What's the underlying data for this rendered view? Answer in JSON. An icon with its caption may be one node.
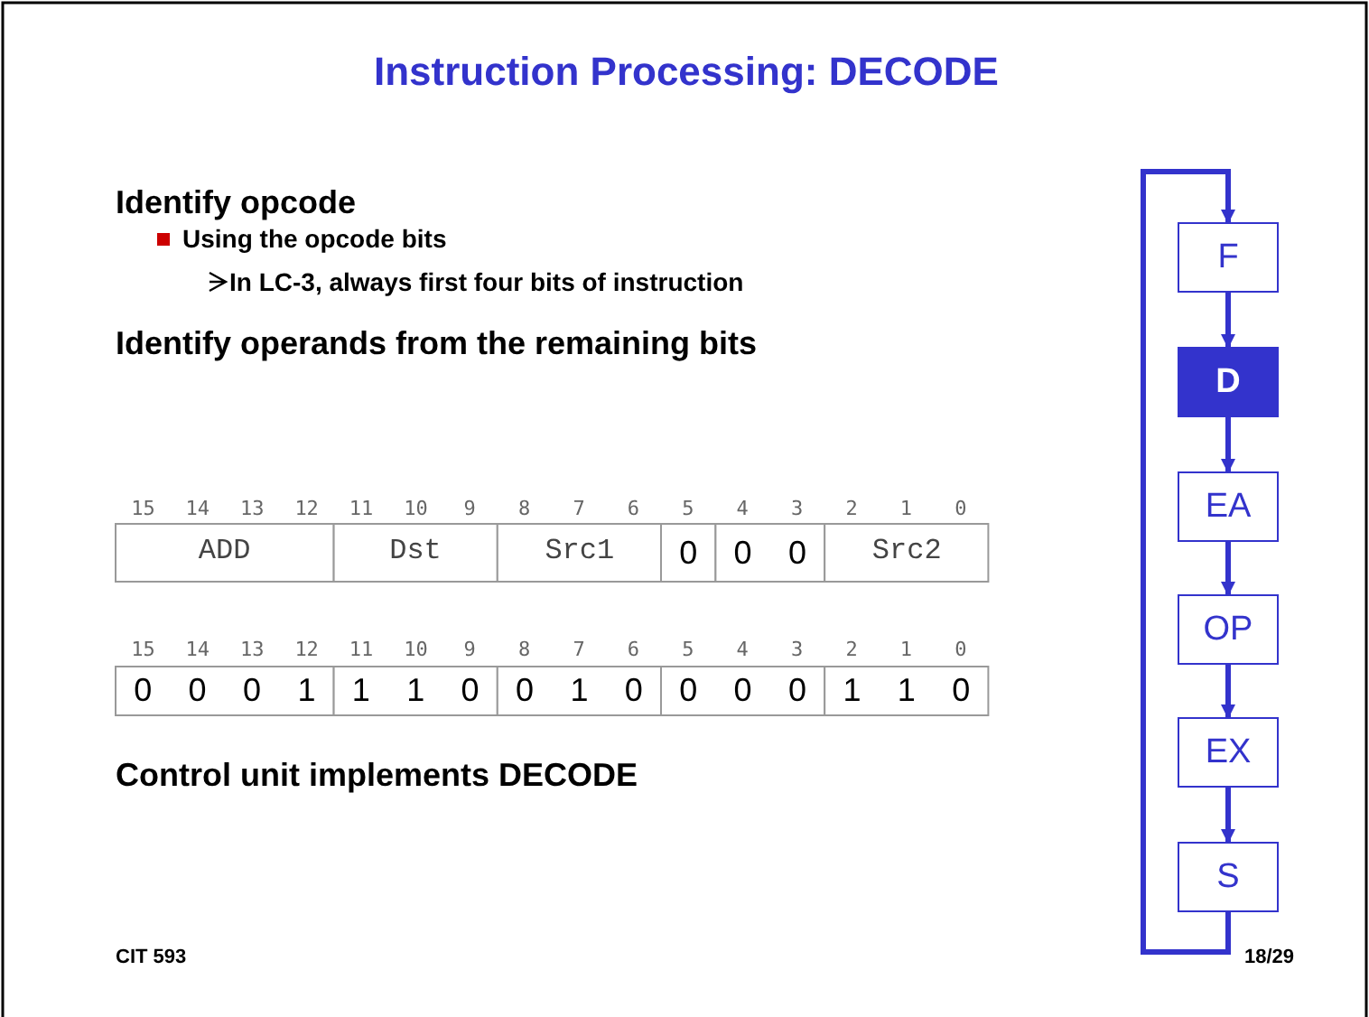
{
  "diagram": {
    "title": "Instruction Processing: DECODE",
    "nodes": [
      {
        "text": [
          "F"
        ]
      },
      {
        "text": [
          "D"
        ]
      },
      {
        "text": [
          "EA"
        ]
      },
      {
        "text": [
          "OP"
        ]
      },
      {
        "text": [
          "EX"
        ]
      },
      {
        "text": [
          "S"
        ]
      }
    ],
    "edges": [
      {
        "from": 0,
        "to": 1,
        "arrow": "to"
      },
      {
        "from": 1,
        "to": 2,
        "arrow": "to"
      },
      {
        "from": 2,
        "to": 3,
        "arrow": "to"
      },
      {
        "from": 3,
        "to": 4,
        "arrow": "to"
      },
      {
        "from": 4,
        "to": 5,
        "arrow": "to"
      },
      {
        "from": 5,
        "to": 0,
        "arrow": "to"
      }
    ],
    "labels": [
      "Identify opcode",
      "Using the opcode bits",
      "In LC-3, always first four bits of instruction",
      "Identify operands from the remaining bits",
      "15",
      "14",
      "13",
      "12",
      "11",
      "10",
      "9",
      "8",
      "7",
      "6",
      "5",
      "4",
      "3",
      "2",
      "1",
      "0",
      "ADD",
      "Dst",
      "Src1",
      "0",
      "0",
      "0",
      "Src2",
      "15",
      "14",
      "13",
      "12",
      "11",
      "10",
      "9",
      "8",
      "7",
      "6",
      "5",
      "4",
      "3",
      "2",
      "1",
      "0",
      "0",
      "0",
      "0",
      "1",
      "1",
      "1",
      "0",
      "0",
      "1",
      "0",
      "0",
      "0",
      "0",
      "1",
      "1",
      "0",
      "Control unit implements DECODE",
      "CIT 593",
      "18/29"
    ]
  }
}
